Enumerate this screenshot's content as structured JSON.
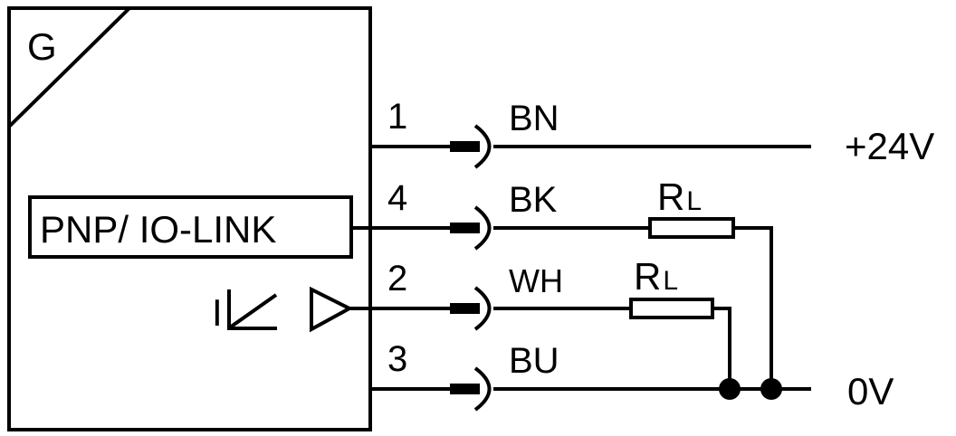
{
  "device": {
    "label": "G",
    "output_box_label": "PNP/ IO-LINK",
    "analog_symbol_label": "I"
  },
  "wires": [
    {
      "pin": "1",
      "color_code": "BN",
      "connection": "+24V",
      "has_load": false
    },
    {
      "pin": "4",
      "color_code": "BK",
      "connection": "0V",
      "has_load": true,
      "load_label": "R",
      "load_sub": "L"
    },
    {
      "pin": "2",
      "color_code": "WH",
      "connection": "0V",
      "has_load": true,
      "load_label": "R",
      "load_sub": "L"
    },
    {
      "pin": "3",
      "color_code": "BU",
      "connection": "0V",
      "has_load": false
    }
  ],
  "supply": {
    "positive": "+24V",
    "ground": "0V"
  },
  "colors": {
    "stroke": "#000000",
    "background": "#ffffff"
  }
}
